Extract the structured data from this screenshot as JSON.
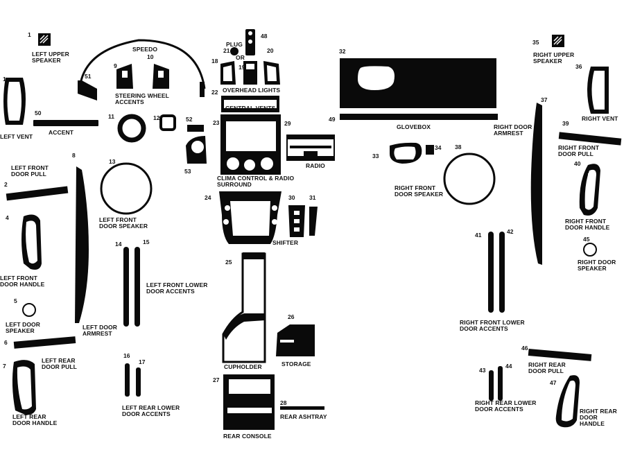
{
  "colors": {
    "part": "#0a0a0a",
    "background": "#ffffff"
  },
  "parts": [
    {
      "num": "1",
      "name": "LEFT UPPER SPEAKER"
    },
    {
      "num": "1",
      "name": "LEFT VENT"
    },
    {
      "num": "2",
      "name": "LEFT FRONT DOOR PULL"
    },
    {
      "num": "4",
      "name": "LEFT FRONT DOOR HANDLE"
    },
    {
      "num": "5",
      "name": "LEFT DOOR SPEAKER"
    },
    {
      "num": "6",
      "name": "LEFT REAR DOOR PULL"
    },
    {
      "num": "7",
      "name": "LEFT REAR DOOR HANDLE"
    },
    {
      "num": "8",
      "name": "LEFT DOOR ARMREST"
    },
    {
      "num": "9",
      "name": "STEERING WHEEL ACCENTS"
    },
    {
      "num": "10",
      "name": ""
    },
    {
      "num": "11",
      "name": ""
    },
    {
      "num": "12",
      "name": ""
    },
    {
      "num": "13",
      "name": "LEFT FRONT DOOR SPEAKER"
    },
    {
      "num": "14",
      "name": "LEFT FRONT LOWER DOOR ACCENTS"
    },
    {
      "num": "15",
      "name": ""
    },
    {
      "num": "16",
      "name": "LEFT REAR LOWER DOOR ACCENTS"
    },
    {
      "num": "17",
      "name": ""
    },
    {
      "num": "18",
      "name": "OVERHEAD LIGHTS"
    },
    {
      "num": "19",
      "name": ""
    },
    {
      "num": "20",
      "name": ""
    },
    {
      "num": "21",
      "name": "PLUG"
    },
    {
      "num": "22",
      "name": "CENTRAL VENTS"
    },
    {
      "num": "23",
      "name": "CLIMA CONTROL & RADIO SURROUND"
    },
    {
      "num": "24",
      "name": "SHIFTER"
    },
    {
      "num": "25",
      "name": "CUPHOLDER"
    },
    {
      "num": "26",
      "name": "STORAGE"
    },
    {
      "num": "27",
      "name": "REAR CONSOLE"
    },
    {
      "num": "28",
      "name": "REAR ASHTRAY"
    },
    {
      "num": "29",
      "name": "RADIO"
    },
    {
      "num": "30",
      "name": ""
    },
    {
      "num": "31",
      "name": ""
    },
    {
      "num": "32",
      "name": ""
    },
    {
      "num": "33",
      "name": ""
    },
    {
      "num": "34",
      "name": ""
    },
    {
      "num": "35",
      "name": "RIGHT UPPER SPEAKER"
    },
    {
      "num": "36",
      "name": "RIGHT VENT"
    },
    {
      "num": "37",
      "name": "RIGHT DOOR ARMREST"
    },
    {
      "num": "38",
      "name": "RIGHT FRONT DOOR SPEAKER"
    },
    {
      "num": "39",
      "name": "RIGHT FRONT DOOR PULL"
    },
    {
      "num": "40",
      "name": "RIGHT FRONT DOOR HANDLE"
    },
    {
      "num": "41",
      "name": "RIGHT FRONT LOWER DOOR ACCENTS"
    },
    {
      "num": "42",
      "name": ""
    },
    {
      "num": "43",
      "name": "RIGHT REAR LOWER DOOR ACCENTS"
    },
    {
      "num": "44",
      "name": ""
    },
    {
      "num": "45",
      "name": "RIGHT DOOR SPEAKER"
    },
    {
      "num": "46",
      "name": "RIGHT REAR DOOR PULL"
    },
    {
      "num": "47",
      "name": "RIGHT REAR DOOR HANDLE"
    },
    {
      "num": "48",
      "name": ""
    },
    {
      "num": "49",
      "name": "GLOVEBOX"
    },
    {
      "num": "50",
      "name": "ACCENT"
    },
    {
      "num": "51",
      "name": "SPEEDO"
    },
    {
      "num": "52",
      "name": ""
    },
    {
      "num": "53",
      "name": ""
    }
  ],
  "extra_labels": {
    "or": "OR"
  }
}
